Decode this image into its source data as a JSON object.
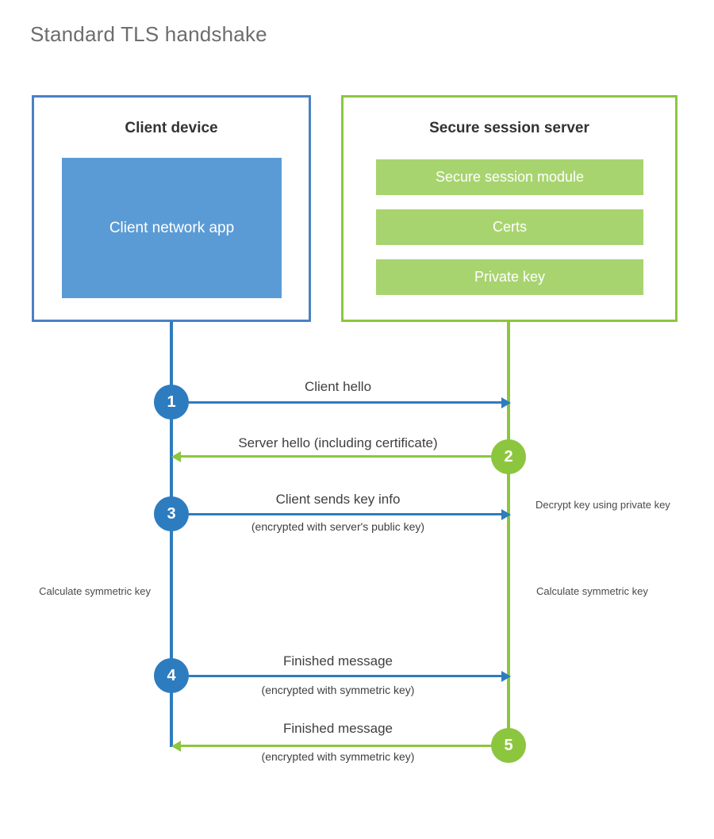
{
  "title": "Standard TLS handshake",
  "client": {
    "box_title": "Client device",
    "app_label": "Client network app",
    "border_color": "#4a81c3",
    "fill_color": "#5b9bd5"
  },
  "server": {
    "box_title": "Secure session server",
    "border_color": "#8cc63f",
    "bar_color": "#a8d46f",
    "bars": [
      {
        "label": "Secure session module"
      },
      {
        "label": "Certs"
      },
      {
        "label": "Private key"
      }
    ]
  },
  "steps": [
    {
      "number": "1",
      "direction": "client-to-server",
      "color": "#2d7cbf",
      "primary": "Client hello",
      "secondary": ""
    },
    {
      "number": "2",
      "direction": "server-to-client",
      "color": "#8cc63f",
      "primary": "Server hello (including certificate)",
      "secondary": ""
    },
    {
      "number": "3",
      "direction": "client-to-server",
      "color": "#2d7cbf",
      "primary": "Client sends key info",
      "secondary": "(encrypted with server's public key)"
    },
    {
      "number": "4",
      "direction": "client-to-server",
      "color": "#2d7cbf",
      "primary": "Finished message",
      "secondary": "(encrypted with symmetric key)"
    },
    {
      "number": "5",
      "direction": "server-to-client",
      "color": "#8cc63f",
      "primary": "Finished message",
      "secondary": "(encrypted with symmetric key)"
    }
  ],
  "notes": {
    "decrypt": "Decrypt key using private key",
    "client_symmetric": "Calculate symmetric key",
    "server_symmetric": "Calculate symmetric key"
  }
}
